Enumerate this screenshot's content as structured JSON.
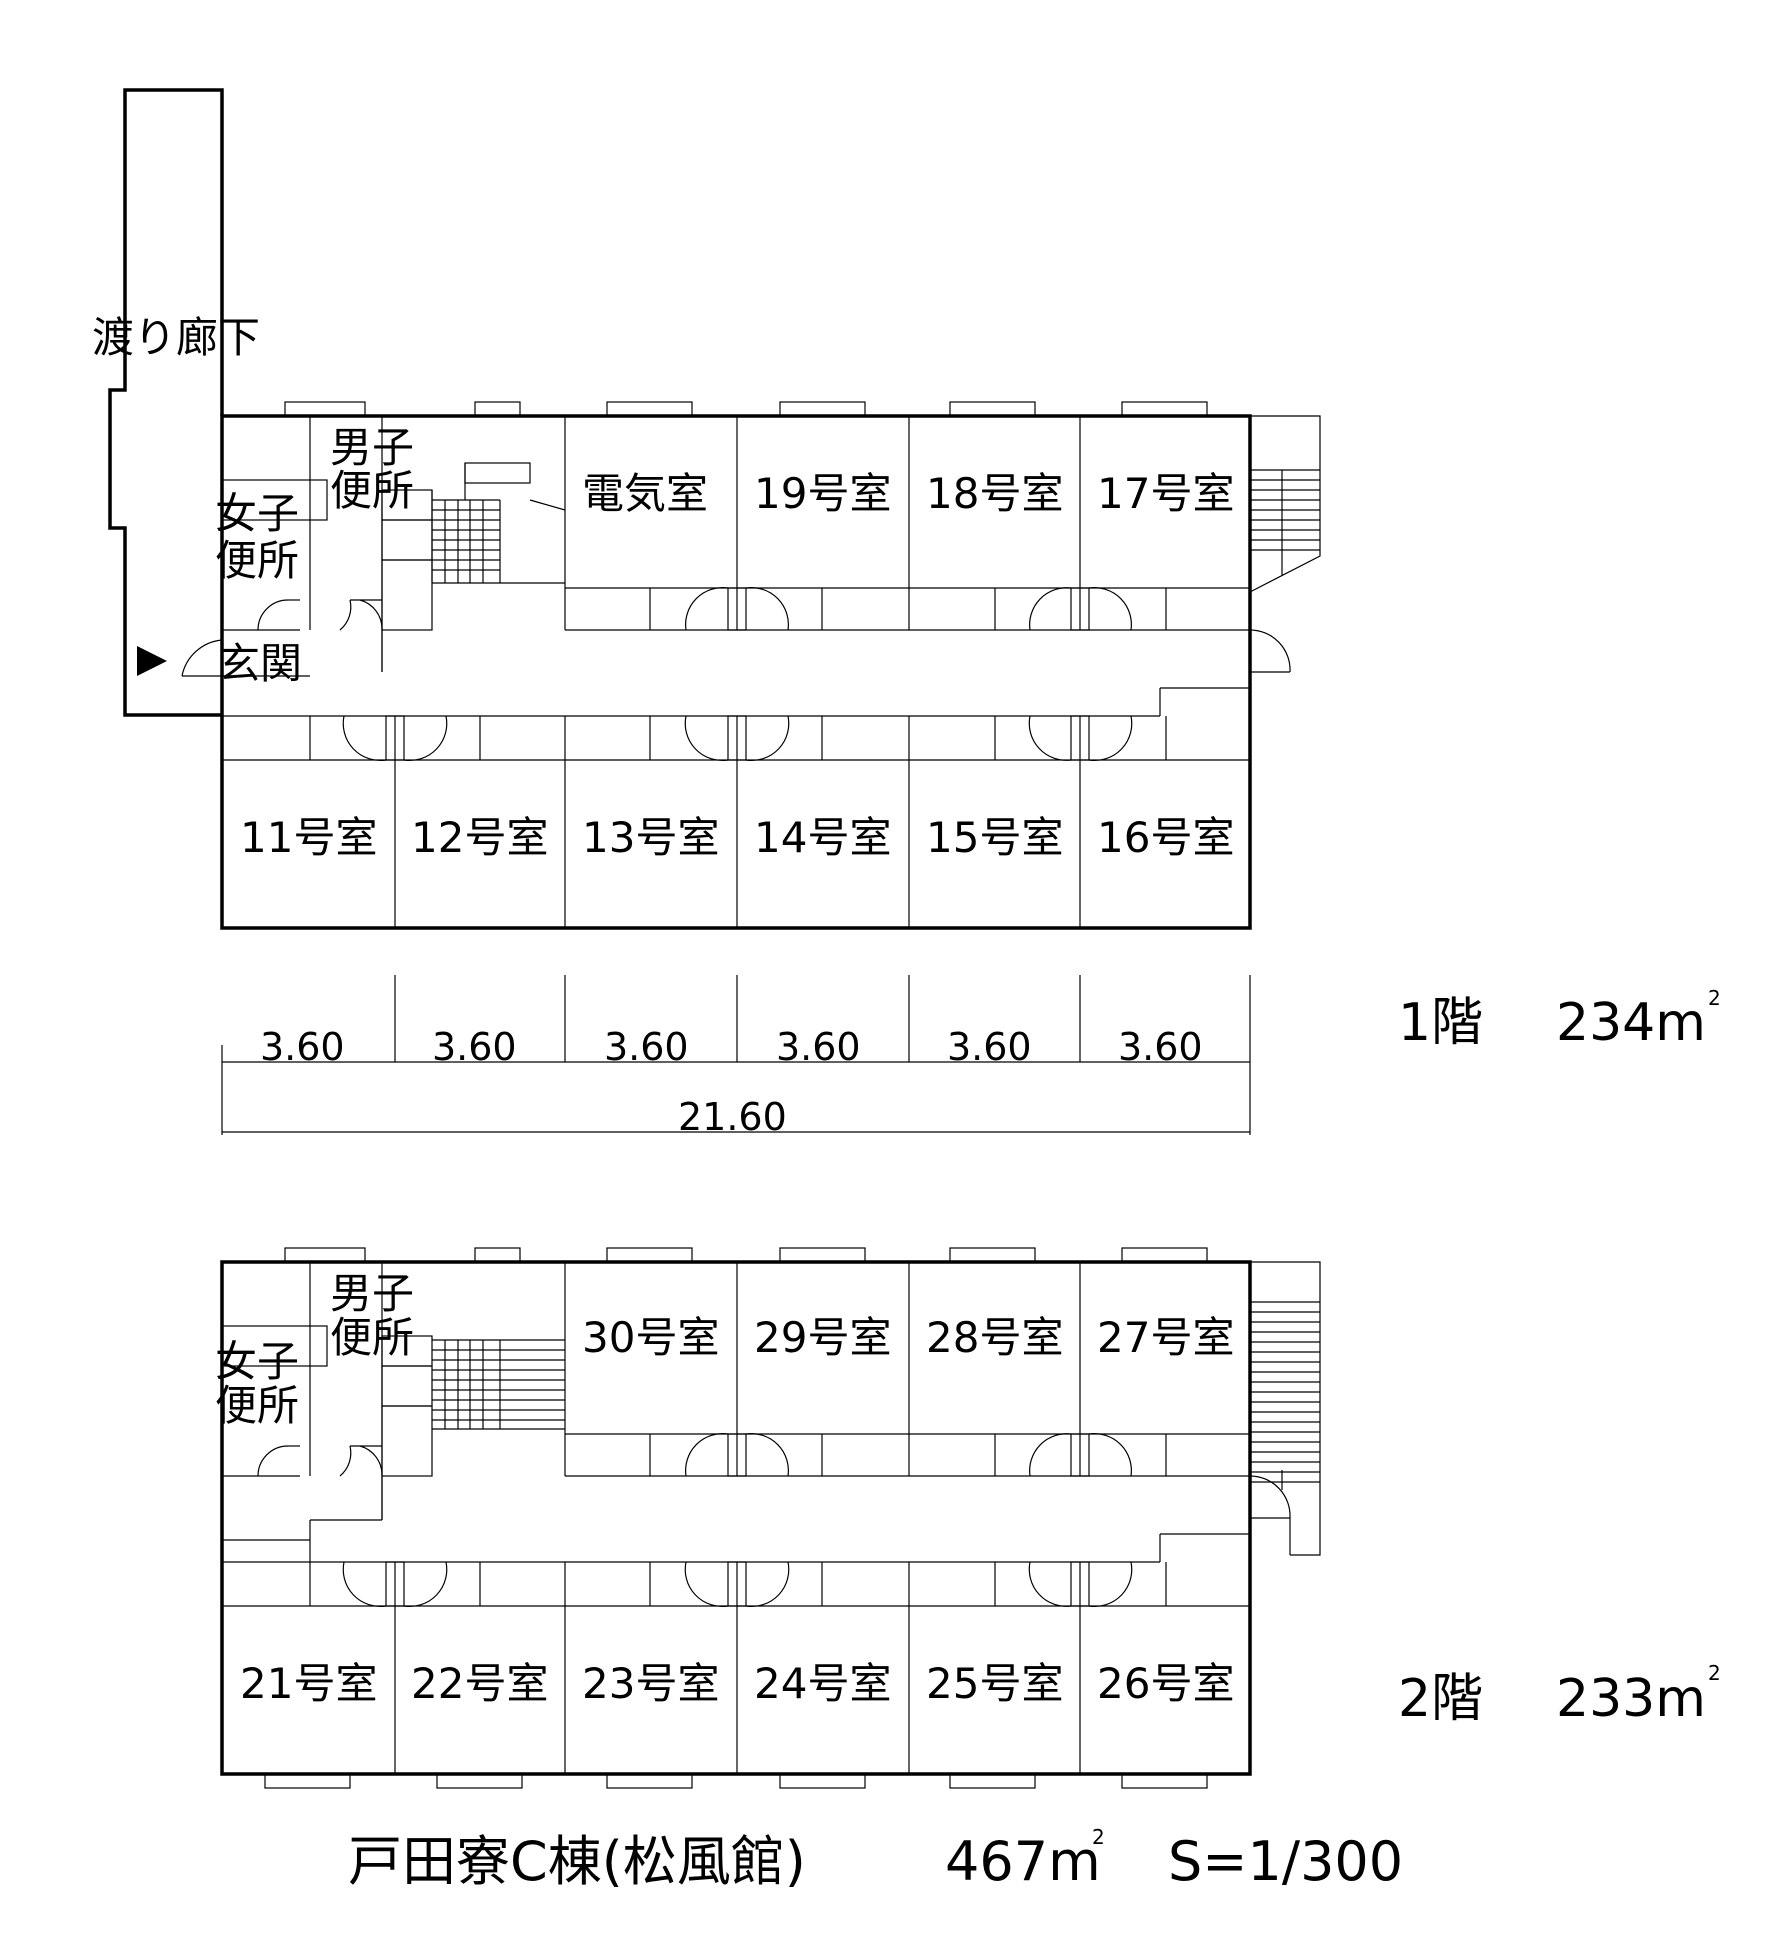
{
  "corridor_label": "渡り廊下",
  "entrance_label": "玄関",
  "floor1": {
    "label": "1階",
    "area": "234m",
    "area_unit_superscript": "2",
    "mens_wc": [
      "男子",
      "便所"
    ],
    "womens_wc": [
      "女子",
      "便所"
    ],
    "north_rooms": [
      "電気室",
      "19号室",
      "18号室",
      "17号室"
    ],
    "south_rooms": [
      "11号室",
      "12号室",
      "13号室",
      "14号室",
      "15号室",
      "16号室"
    ]
  },
  "floor2": {
    "label": "2階",
    "area": "233m",
    "area_unit_superscript": "2",
    "mens_wc": [
      "男子",
      "便所"
    ],
    "womens_wc": [
      "女子",
      "便所"
    ],
    "north_rooms": [
      "30号室",
      "29号室",
      "28号室",
      "27号室"
    ],
    "south_rooms": [
      "21号室",
      "22号室",
      "23号室",
      "24号室",
      "25号室",
      "26号室"
    ]
  },
  "dimensions": {
    "bays": [
      "3.60",
      "3.60",
      "3.60",
      "3.60",
      "3.60",
      "3.60"
    ],
    "total": "21.60"
  },
  "title": {
    "name": "戸田寮C棟(松風館)",
    "area": "467m",
    "area_unit_superscript": "2",
    "scale": "S=1/300"
  }
}
